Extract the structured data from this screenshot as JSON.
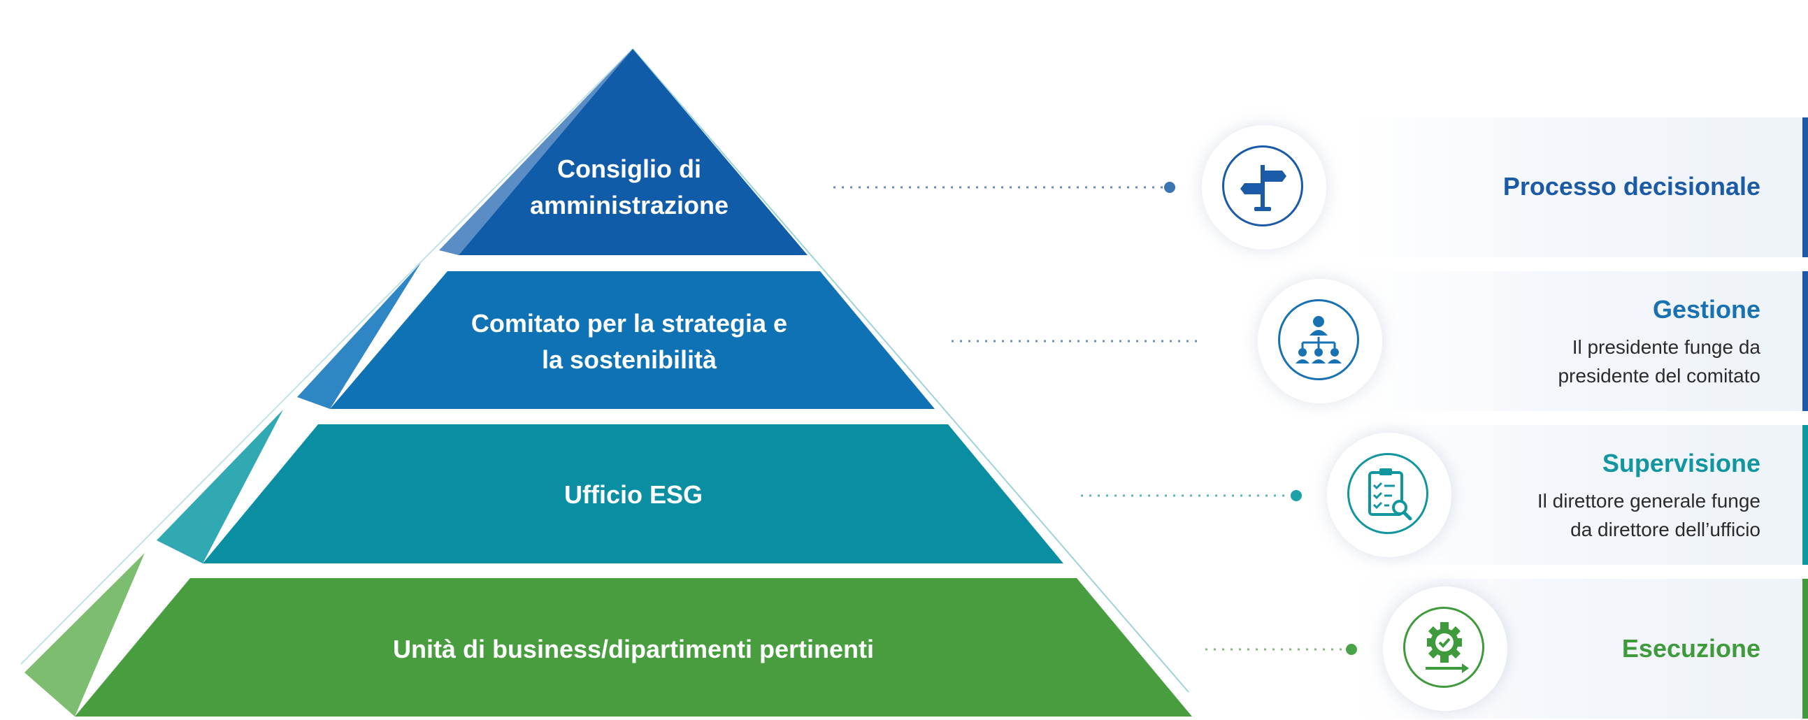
{
  "pyramid": {
    "tiers": [
      {
        "lines": [
          "Consiglio di",
          "amministrazione"
        ],
        "color": "#115ca8",
        "side_color": "#5a8cc6"
      },
      {
        "lines": [
          "Comitato per la strategia e",
          "la sostenibilità"
        ],
        "color": "#0e72b5",
        "side_color": "#2f86c4"
      },
      {
        "lines": [
          "Ufficio ESG"
        ],
        "color": "#0a8fa2",
        "side_color": "#30a9b3"
      },
      {
        "lines": [
          "Unità di business/dipartimenti pertinenti"
        ],
        "color": "#489e3f",
        "side_color": "#7dbd6f"
      }
    ]
  },
  "roles": [
    {
      "title": "Processo decisionale",
      "description": [],
      "color": "#1a5aa6",
      "icon": "signpost-icon"
    },
    {
      "title": "Gestione",
      "description": [
        "Il presidente funge da",
        "presidente del comitato"
      ],
      "color": "#1871b0",
      "icon": "org-chart-icon"
    },
    {
      "title": "Supervisione",
      "description": [
        "Il direttore generale funge",
        "da direttore dell’ufficio"
      ],
      "color": "#11959f",
      "icon": "clipboard-search-icon"
    },
    {
      "title": "Esecuzione",
      "description": [],
      "color": "#3f9a3c",
      "icon": "gear-check-icon"
    }
  ]
}
